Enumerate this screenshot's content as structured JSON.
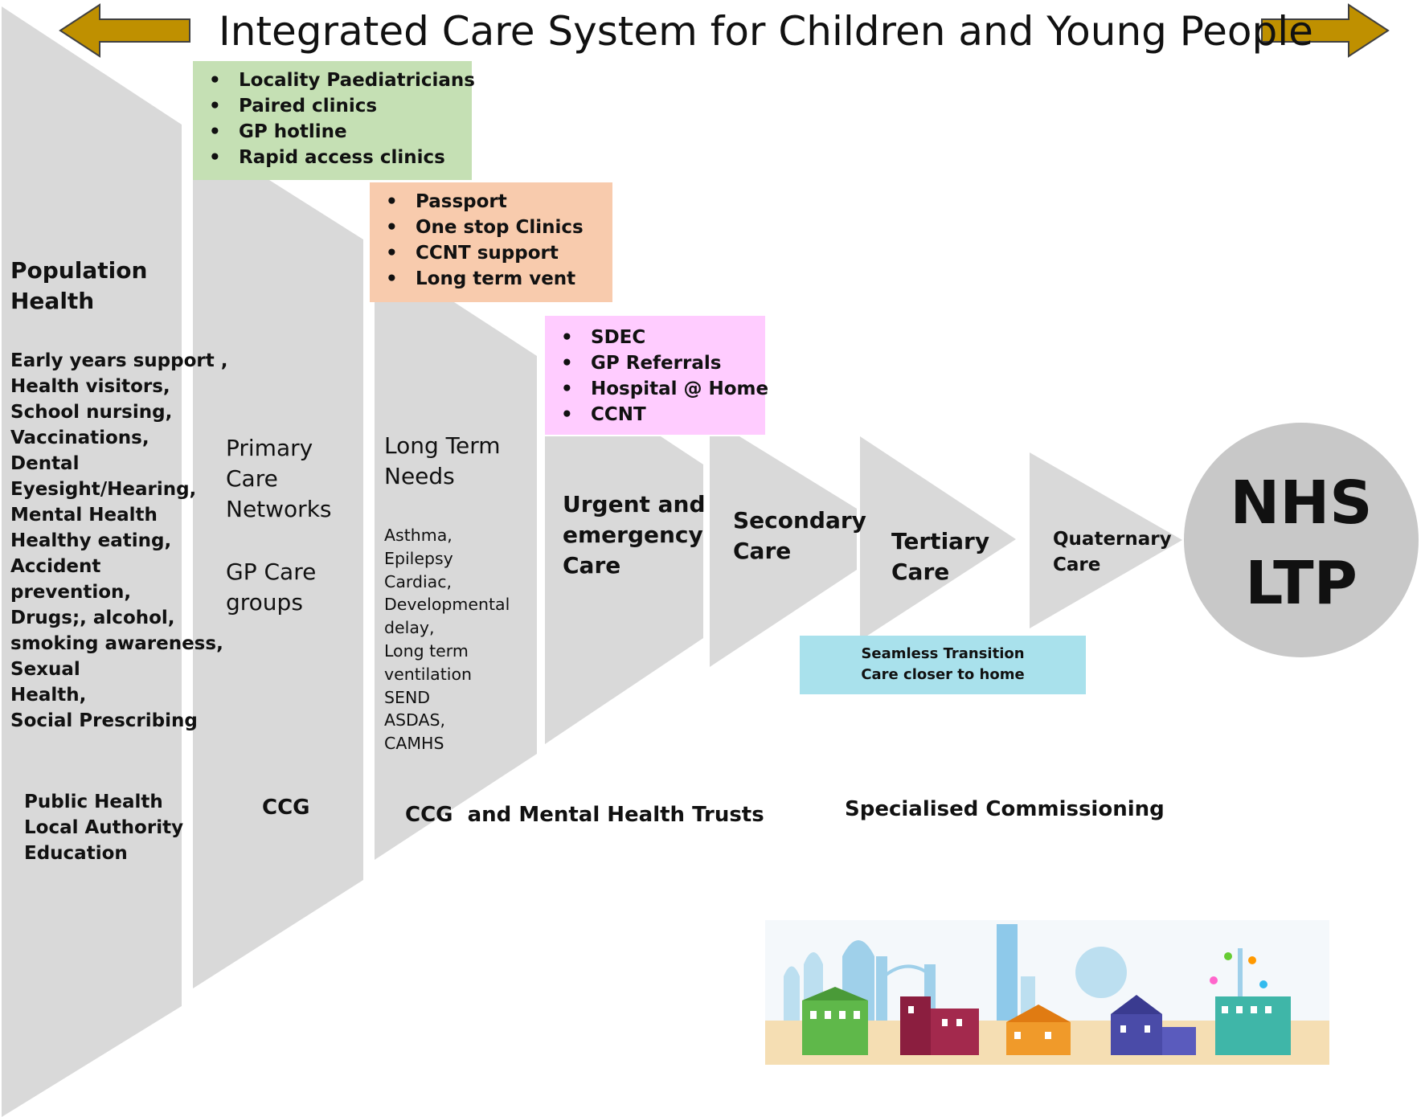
{
  "title": "Integrated Care System for Children and Young People",
  "colors": {
    "arrow": "#bf9000",
    "shape": "#d9d9d9",
    "circle": "#c8c8c8",
    "green_box": "#c5e0b4",
    "orange_box": "#f8cbad",
    "pink_box": "#ffccff",
    "cyan_box": "#a9e1ec"
  },
  "population_health": {
    "heading": [
      "Population",
      "Health"
    ],
    "items": [
      "Early years support ,",
      "Health visitors,",
      "School nursing,",
      "Vaccinations,",
      "Dental",
      "Eyesight/Hearing,",
      "Mental Health",
      "Healthy eating,",
      "Accident",
      "prevention,",
      "Drugs;, alcohol,",
      "smoking awareness,",
      "Sexual",
      "Health,",
      "Social  Prescribing"
    ],
    "commissioners": [
      "Public Health",
      "Local Authority",
      "Education"
    ]
  },
  "primary_care": {
    "lines_a": [
      "Primary",
      "Care",
      "Networks"
    ],
    "lines_b": [
      "GP Care",
      "groups"
    ],
    "commissioner": "CCG",
    "box_items": [
      "Locality Paediatricians",
      "Paired clinics",
      "GP hotline",
      "Rapid access clinics"
    ]
  },
  "long_term": {
    "heading": [
      "Long Term",
      "Needs"
    ],
    "items": [
      "Asthma,",
      "Epilepsy",
      "Cardiac,",
      "Developmental",
      "delay,",
      "Long term",
      "ventilation",
      "SEND",
      "ASDAS,",
      "CAMHS"
    ],
    "commissioner": "CCG  and Mental Health Trusts",
    "box_items": [
      "Passport",
      "One stop Clinics",
      "CCNT support",
      "Long term vent"
    ]
  },
  "urgent": {
    "heading": [
      "Urgent and",
      "emergency",
      "Care"
    ],
    "box_items": [
      "SDEC",
      "GP Referrals",
      "Hospital @ Home",
      "CCNT"
    ]
  },
  "secondary": {
    "heading": [
      "Secondary",
      "Care"
    ]
  },
  "tertiary": {
    "heading": [
      "Tertiary",
      "Care"
    ]
  },
  "quaternary": {
    "heading": [
      "Quaternary",
      "Care"
    ]
  },
  "seamless": [
    "Seamless Transition",
    "Care closer to home"
  ],
  "specialised": "Specialised Commissioning",
  "nhs": [
    "NHS",
    "LTP"
  ]
}
